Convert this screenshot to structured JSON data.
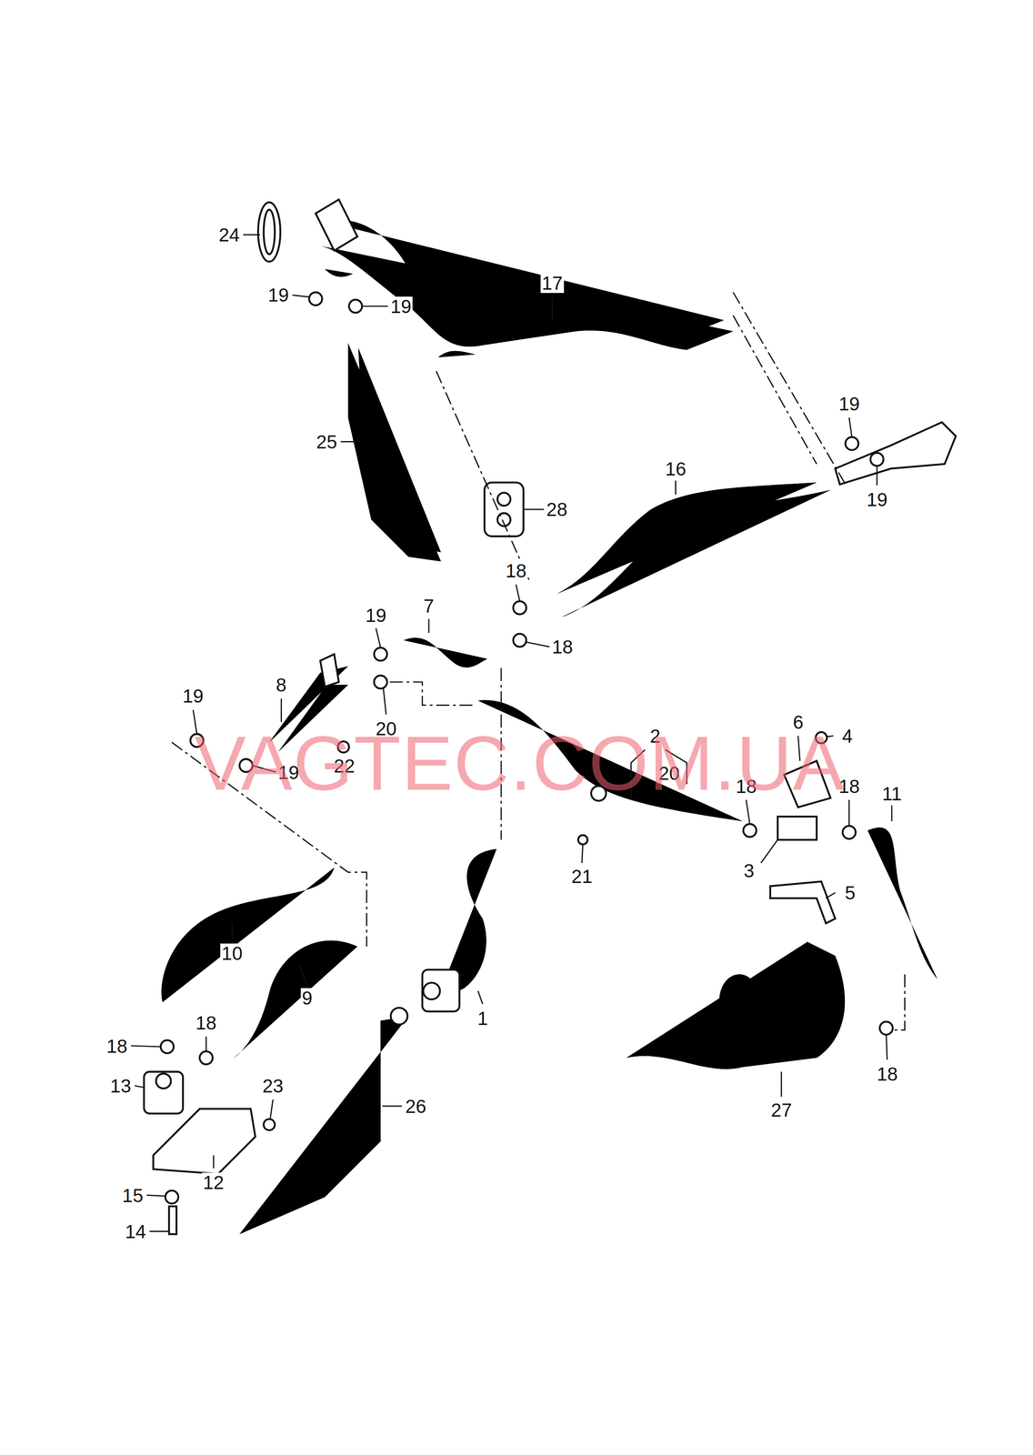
{
  "diagram": {
    "labels": [
      "24",
      "19",
      "19",
      "17",
      "25",
      "19",
      "16",
      "19",
      "28",
      "18",
      "19",
      "7",
      "18",
      "8",
      "19",
      "20",
      "22",
      "19",
      "2",
      "6",
      "4",
      "20",
      "18",
      "18",
      "11",
      "21",
      "3",
      "5",
      "10",
      "1",
      "9",
      "18",
      "18",
      "13",
      "23",
      "26",
      "27",
      "18",
      "12",
      "15",
      "14",
      "VAGTEC.COM.UA"
    ]
  }
}
